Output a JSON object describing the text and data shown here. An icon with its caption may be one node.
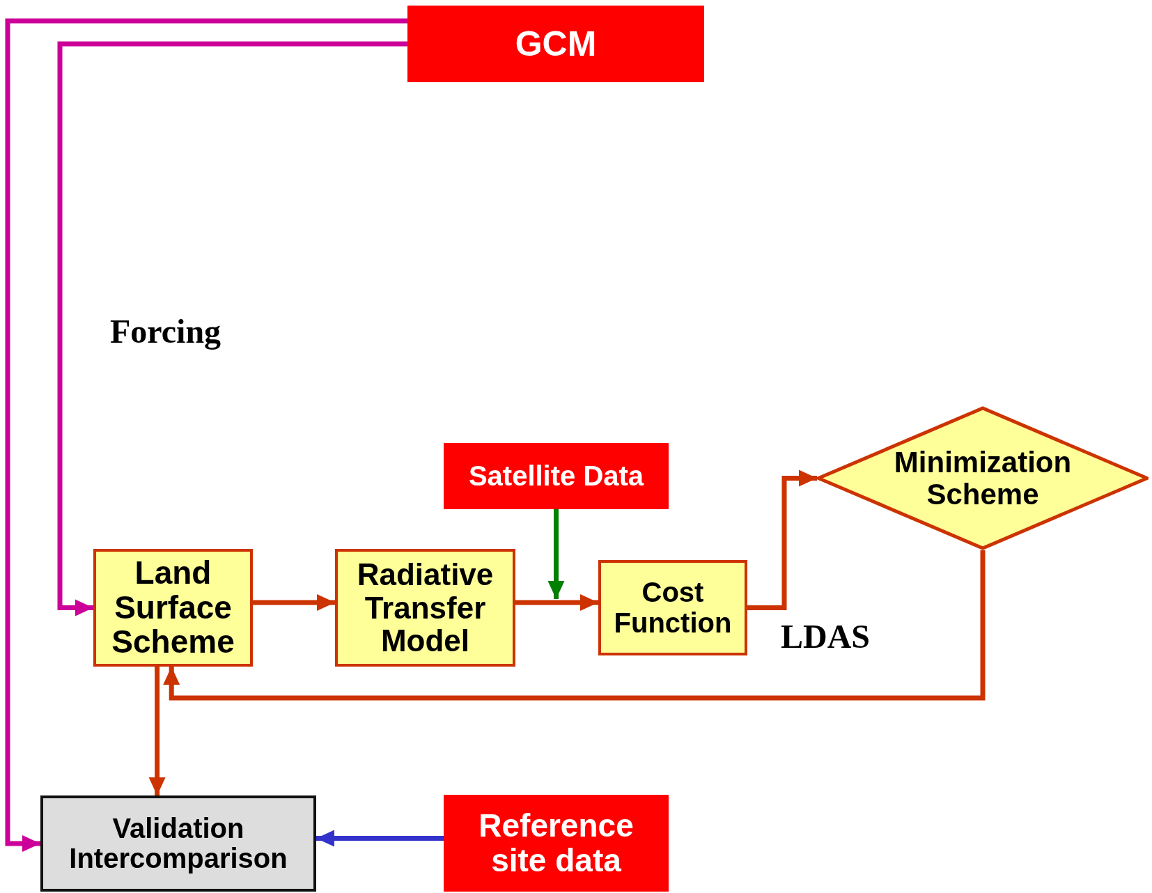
{
  "diagram": {
    "nodes": [
      {
        "text": [
          "GCM"
        ]
      },
      {
        "text": [
          "Satellite Data"
        ]
      },
      {
        "text": [
          "Minimization Scheme"
        ]
      },
      {
        "text": [
          "Land Surface Scheme"
        ]
      },
      {
        "text": [
          "Radiative Transfer Model"
        ]
      },
      {
        "text": [
          "Cost Function"
        ]
      },
      {
        "text": [
          "Validation Intercomparison"
        ]
      },
      {
        "text": [
          "Reference site data"
        ]
      }
    ],
    "edges": [
      {
        "from": 0,
        "to": 3,
        "arrow": "to",
        "color": "#cc0099"
      },
      {
        "from": 0,
        "to": 6,
        "arrow": "to",
        "color": "#cc0099"
      },
      {
        "from": 3,
        "to": 4,
        "arrow": "to"
      },
      {
        "from": 4,
        "to": 5,
        "arrow": "to"
      },
      {
        "from": 1,
        "to": 5,
        "arrow": "to",
        "color": "#008000"
      },
      {
        "from": 5,
        "to": 2,
        "arrow": "to"
      },
      {
        "from": 2,
        "to": 3,
        "arrow": "to"
      },
      {
        "from": 3,
        "to": 6,
        "arrow": "to"
      },
      {
        "from": 7,
        "to": 6,
        "arrow": "to",
        "color": "#3333cc"
      }
    ],
    "labels": [
      "Forcing",
      "LDAS"
    ]
  }
}
